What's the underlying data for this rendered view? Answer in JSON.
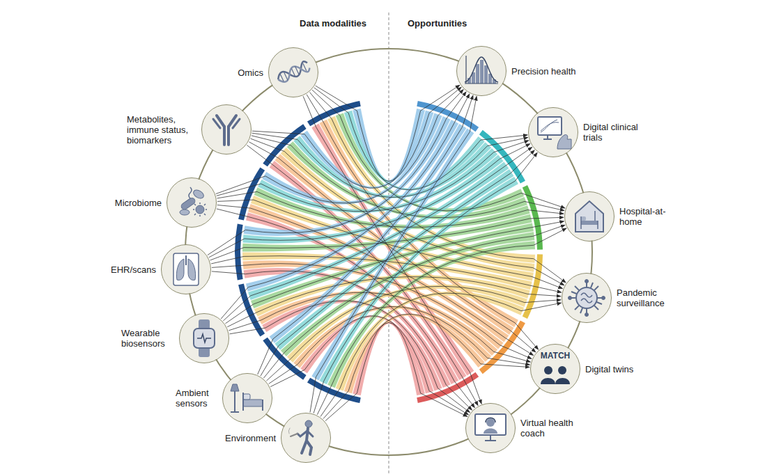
{
  "diagram": {
    "nodes": [
      {
        "text": [
          "Omics"
        ]
      },
      {
        "text": [
          "Metabolites, immune status, biomarkers"
        ]
      },
      {
        "text": [
          "Microbiome"
        ]
      },
      {
        "text": [
          "EHR/scans"
        ]
      },
      {
        "text": [
          "Wearable biosensors"
        ]
      },
      {
        "text": [
          "Ambient sensors"
        ]
      },
      {
        "text": [
          "Environment"
        ]
      },
      {
        "text": [
          "Precision health"
        ]
      },
      {
        "text": [
          "Digital clinical trials"
        ]
      },
      {
        "text": [
          "Hospital-at-home"
        ]
      },
      {
        "text": [
          "Pandemic surveillance"
        ]
      },
      {
        "text": [
          "MATCH",
          "Digital twins"
        ]
      },
      {
        "text": [
          "Virtual health coach"
        ]
      }
    ],
    "edges": [
      {
        "from": 0,
        "to": 7,
        "arrow": "to"
      },
      {
        "from": 0,
        "to": 8,
        "arrow": "to"
      },
      {
        "from": 0,
        "to": 9,
        "arrow": "to"
      },
      {
        "from": 0,
        "to": 10,
        "arrow": "to"
      },
      {
        "from": 0,
        "to": 11,
        "arrow": "to"
      },
      {
        "from": 0,
        "to": 12,
        "arrow": "to"
      },
      {
        "from": 1,
        "to": 7,
        "arrow": "to"
      },
      {
        "from": 1,
        "to": 8,
        "arrow": "to"
      },
      {
        "from": 1,
        "to": 9,
        "arrow": "to"
      },
      {
        "from": 1,
        "to": 10,
        "arrow": "to"
      },
      {
        "from": 1,
        "to": 11,
        "arrow": "to"
      },
      {
        "from": 1,
        "to": 12,
        "arrow": "to"
      },
      {
        "from": 2,
        "to": 7,
        "arrow": "to"
      },
      {
        "from": 2,
        "to": 8,
        "arrow": "to"
      },
      {
        "from": 2,
        "to": 9,
        "arrow": "to"
      },
      {
        "from": 2,
        "to": 10,
        "arrow": "to"
      },
      {
        "from": 2,
        "to": 11,
        "arrow": "to"
      },
      {
        "from": 2,
        "to": 12,
        "arrow": "to"
      },
      {
        "from": 3,
        "to": 7,
        "arrow": "to"
      },
      {
        "from": 3,
        "to": 8,
        "arrow": "to"
      },
      {
        "from": 3,
        "to": 9,
        "arrow": "to"
      },
      {
        "from": 3,
        "to": 10,
        "arrow": "to"
      },
      {
        "from": 3,
        "to": 11,
        "arrow": "to"
      },
      {
        "from": 3,
        "to": 12,
        "arrow": "to"
      },
      {
        "from": 4,
        "to": 7,
        "arrow": "to"
      },
      {
        "from": 4,
        "to": 8,
        "arrow": "to"
      },
      {
        "from": 4,
        "to": 9,
        "arrow": "to"
      },
      {
        "from": 4,
        "to": 10,
        "arrow": "to"
      },
      {
        "from": 4,
        "to": 11,
        "arrow": "to"
      },
      {
        "from": 4,
        "to": 12,
        "arrow": "to"
      },
      {
        "from": 5,
        "to": 7,
        "arrow": "to"
      },
      {
        "from": 5,
        "to": 8,
        "arrow": "to"
      },
      {
        "from": 5,
        "to": 9,
        "arrow": "to"
      },
      {
        "from": 5,
        "to": 10,
        "arrow": "to"
      },
      {
        "from": 5,
        "to": 11,
        "arrow": "to"
      },
      {
        "from": 5,
        "to": 12,
        "arrow": "to"
      },
      {
        "from": 6,
        "to": 7,
        "arrow": "to"
      },
      {
        "from": 6,
        "to": 8,
        "arrow": "to"
      },
      {
        "from": 6,
        "to": 9,
        "arrow": "to"
      },
      {
        "from": 6,
        "to": 10,
        "arrow": "to"
      },
      {
        "from": 6,
        "to": 11,
        "arrow": "to"
      },
      {
        "from": 6,
        "to": 12,
        "arrow": "to"
      }
    ],
    "labels": [
      "Data modalities",
      "Opportunities"
    ]
  }
}
